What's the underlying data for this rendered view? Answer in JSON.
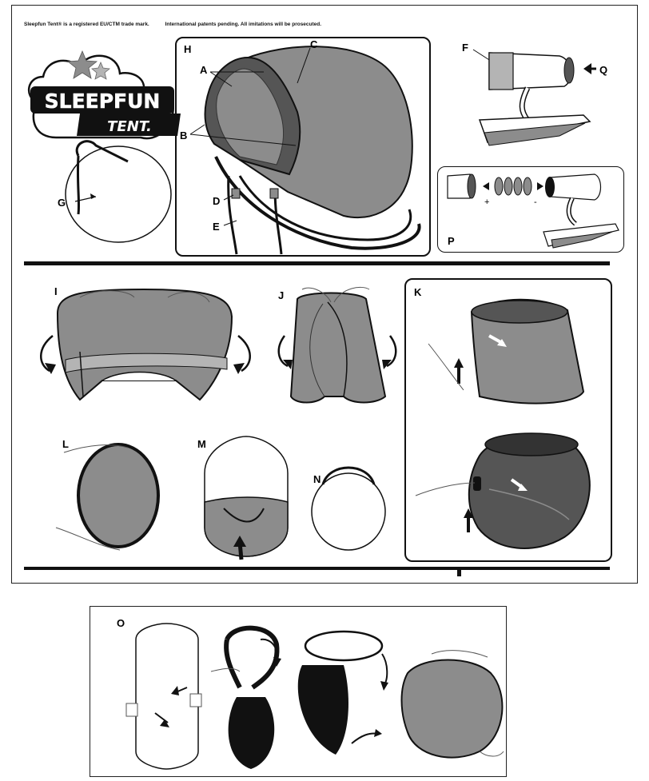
{
  "notice": {
    "trademark": "Sleepfun Tent® is a registered EU/CTM trade mark.",
    "patents": "International patents pending. All imitations will be prosecuted."
  },
  "logo": {
    "line1": "SLEEPFUN",
    "line2": "TENT."
  },
  "labels": {
    "A": "A",
    "B": "B",
    "C": "C",
    "D": "D",
    "E": "E",
    "F": "F",
    "G": "G",
    "H": "H",
    "I": "I",
    "J": "J",
    "K": "K",
    "L": "L",
    "M": "M",
    "N": "N",
    "O": "O",
    "P": "P",
    "Q": "Q"
  },
  "battery": {
    "plus": "+",
    "minus": "-"
  },
  "colors": {
    "ink": "#111111",
    "grey": "#8c8c8c",
    "light_grey": "#b4b4b4",
    "dark_grey": "#555555"
  }
}
